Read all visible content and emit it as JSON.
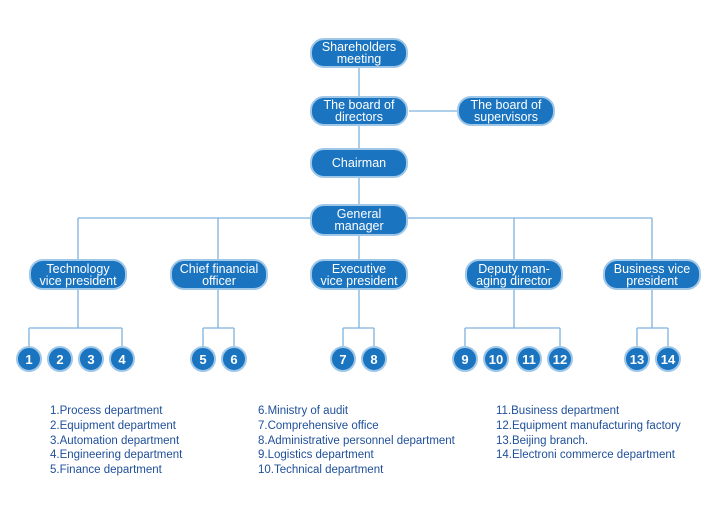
{
  "nodes": {
    "shareholders": "Shareholders\nmeeting",
    "board_directors": "The board of\ndirectors",
    "board_supervisors": "The board of\nsupervisors",
    "chairman": "Chairman",
    "general_manager": "General\nmanager",
    "tech_vp": "Technology\nvice president",
    "cfo": "Chief financial\nofficer",
    "exec_vp": "Executive\nvice president",
    "deputy_md": "Deputy man-\naging director",
    "business_vp": "Business vice\npresident"
  },
  "circles": [
    "1",
    "2",
    "3",
    "4",
    "5",
    "6",
    "7",
    "8",
    "9",
    "10",
    "11",
    "12",
    "13",
    "14"
  ],
  "legend": {
    "col1": [
      "1.Process department",
      "2.Equipment department",
      "3.Automation department",
      "4.Engineering department",
      "5.Finance department"
    ],
    "col2": [
      "6.Ministry of audit",
      "7.Comprehensive office",
      "8.Administrative personnel department",
      "9.Logistics department",
      "10.Technical department"
    ],
    "col3": [
      "11.Business department",
      "12.Equipment manufacturing factory",
      "13.Beijing branch.",
      "14.Electroni commerce department"
    ]
  },
  "colors": {
    "node": "#1a74c0",
    "line": "#7fb2dd",
    "legend_text": "#1f4f9a"
  }
}
